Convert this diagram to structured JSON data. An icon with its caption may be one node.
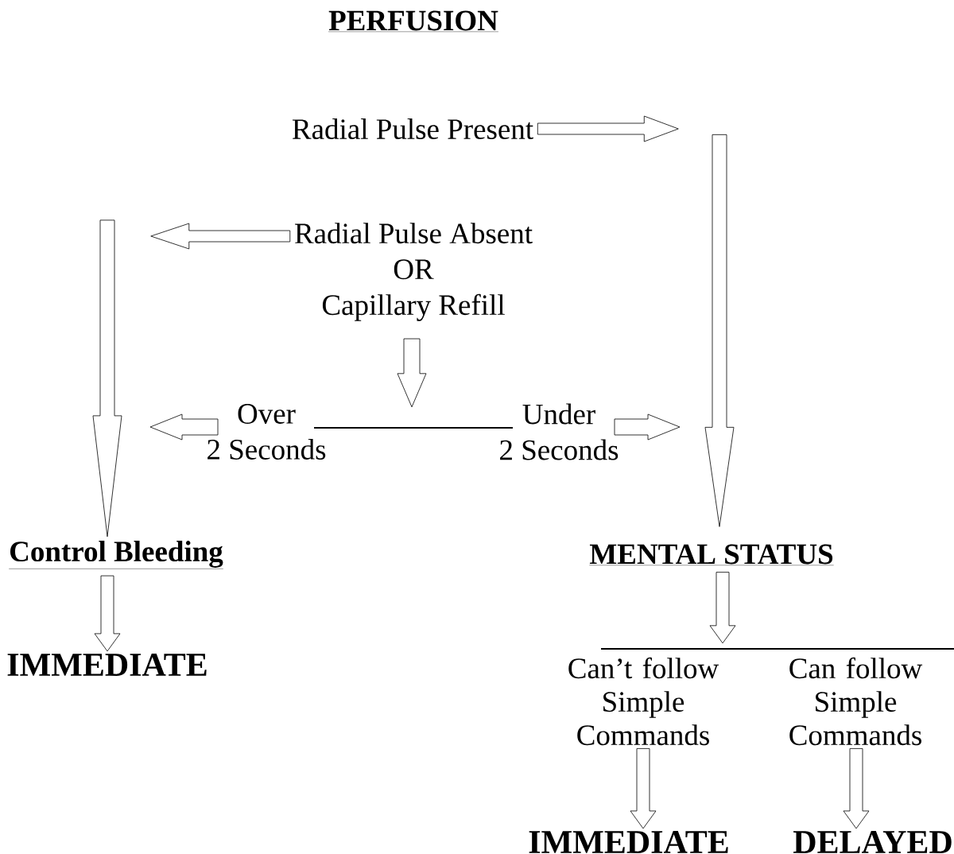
{
  "diagram": {
    "title": "PERFUSION",
    "nodes": [
      {
        "text": [
          "Radial Pulse Present"
        ]
      },
      {
        "text": [
          "Radial Pulse Absent",
          "OR",
          "Capillary Refill"
        ]
      },
      {
        "text": [
          "Over",
          "2 Seconds"
        ]
      },
      {
        "text": [],
        "shape": "bar"
      },
      {
        "text": [
          "Under",
          "2 Seconds"
        ]
      },
      {
        "text": [
          "Control Bleeding"
        ]
      },
      {
        "text": [
          "MENTAL STATUS"
        ]
      },
      {
        "text": [
          "IMMEDIATE"
        ]
      },
      {
        "text": [],
        "shape": "bar"
      },
      {
        "text": [
          "Can’t follow Simple Commands"
        ]
      },
      {
        "text": [
          "Can follow Simple Commands"
        ]
      },
      {
        "text": [
          "IMMEDIATE"
        ]
      },
      {
        "text": [
          "DELAYED"
        ]
      }
    ],
    "edges": [
      {
        "from": 0,
        "to": null,
        "arrow": "to"
      },
      {
        "from": null,
        "to": 6,
        "arrow": "to"
      },
      {
        "from": 1,
        "to": null,
        "arrow": "to"
      },
      {
        "from": null,
        "to": 5,
        "arrow": "to"
      },
      {
        "from": 1,
        "to": 3,
        "arrow": "to"
      },
      {
        "from": 2,
        "to": null,
        "arrow": "to"
      },
      {
        "from": 4,
        "to": null,
        "arrow": "to"
      },
      {
        "from": 5,
        "to": 7,
        "arrow": "to"
      },
      {
        "from": 6,
        "to": 8,
        "arrow": "to"
      },
      {
        "from": 9,
        "to": 11,
        "arrow": "to"
      },
      {
        "from": 10,
        "to": 12,
        "arrow": "to"
      }
    ]
  }
}
